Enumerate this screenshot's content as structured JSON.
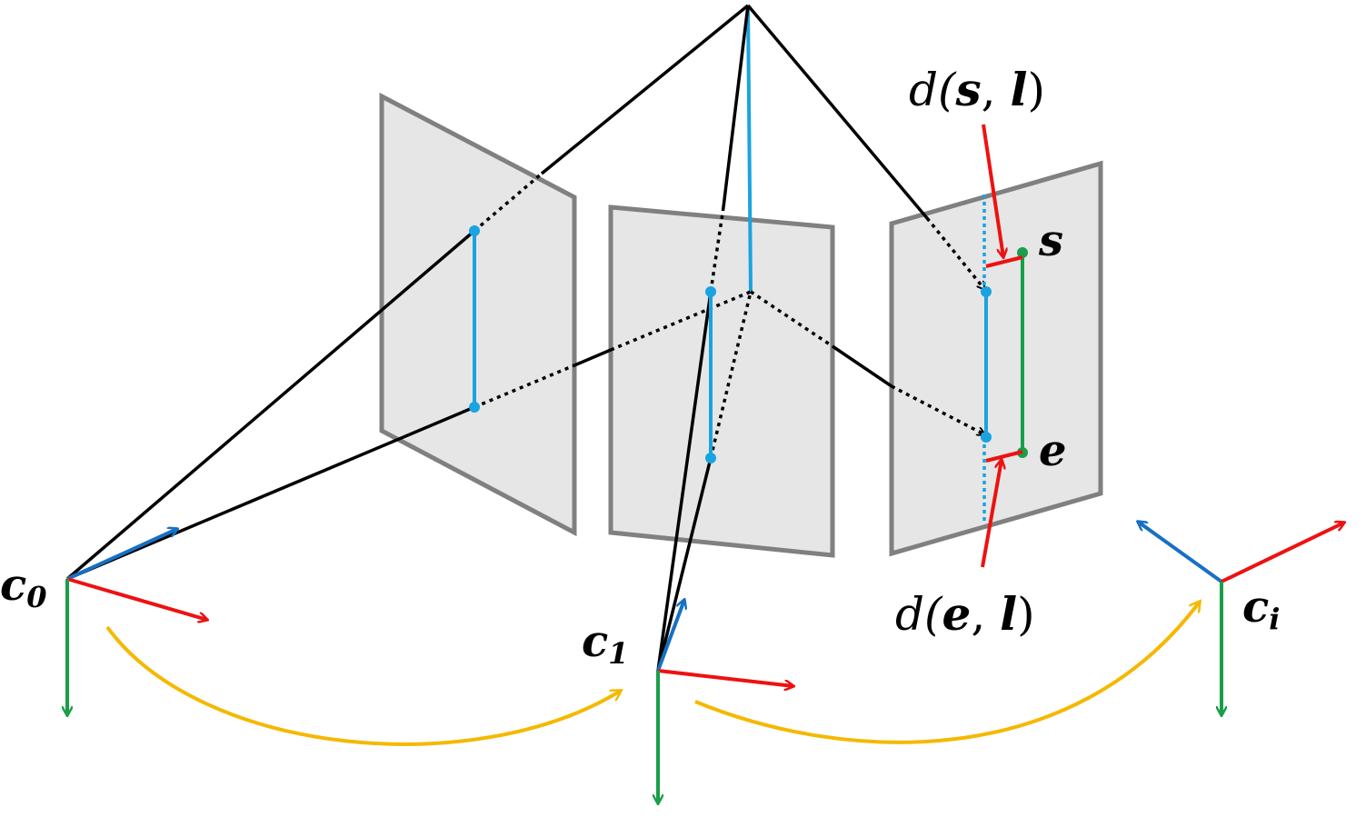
{
  "colors": {
    "plane_fill": "#e6e6e6",
    "plane_stroke": "#808080",
    "projection_line": "#000000",
    "line_segment": "#1aa3e0",
    "observed_line": "#1a9e4a",
    "distance": "#ee1111",
    "axis_x": "#ee1111",
    "axis_y": "#1a9e4a",
    "axis_z": "#1670c4",
    "motion_arc": "#f5b800"
  },
  "labels": {
    "dist_s": {
      "pre": "d(",
      "var1": "s",
      "sep": ", ",
      "var2": "l",
      "post": ")"
    },
    "dist_e": {
      "pre": "d(",
      "var1": "e",
      "sep": ", ",
      "var2": "l",
      "post": ")"
    },
    "point_s": "s",
    "point_e": "e",
    "camera_0": {
      "base": "c",
      "sub": "0"
    },
    "camera_1": {
      "base": "c",
      "sub": "1"
    },
    "camera_i": {
      "base": "c",
      "sub": "i"
    }
  },
  "elements": {
    "image_planes": [
      "image-plane-0",
      "image-plane-1",
      "image-plane-i"
    ],
    "cameras": [
      "camera-c0",
      "camera-c1",
      "camera-ci"
    ],
    "icons": [
      "frame-axes-icon",
      "motion-arc-icon"
    ]
  }
}
